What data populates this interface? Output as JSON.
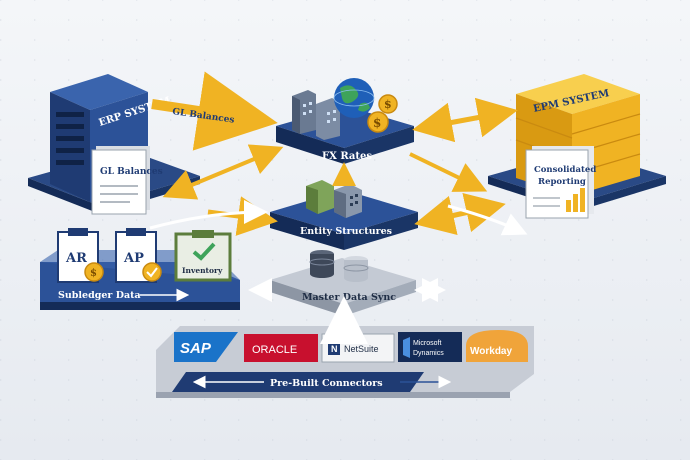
{
  "erp": {
    "title": "ERP SYSTEM",
    "doc_label": "GL Balances"
  },
  "epm": {
    "title": "EPM SYSTEM",
    "doc_label_1": "Consolidated",
    "doc_label_2": "Reporting"
  },
  "flows": {
    "gl_balances": "GL Balances"
  },
  "hubs": {
    "fx_rates": "FX Rates",
    "entity_structures": "Entity Structures",
    "master_data_sync": "Master Data Sync"
  },
  "subledger": {
    "label": "Subledger Data",
    "ar": "AR",
    "ap": "AP",
    "inventory": "Inventory"
  },
  "connectors": {
    "label": "Pre-Built Connectors",
    "sap": "SAP",
    "oracle": "ORACLE",
    "netsuite": "NetSuite",
    "ms_line1": "Microsoft",
    "ms_line2": "Dynamics",
    "workday": "Workday"
  },
  "colors": {
    "navy": "#1f3b73",
    "navy_dark": "#142b57",
    "gold": "#f0b323",
    "gold_dark": "#c98a10",
    "oracle_red": "#c8102e",
    "sap_blue": "#1a73c9"
  }
}
